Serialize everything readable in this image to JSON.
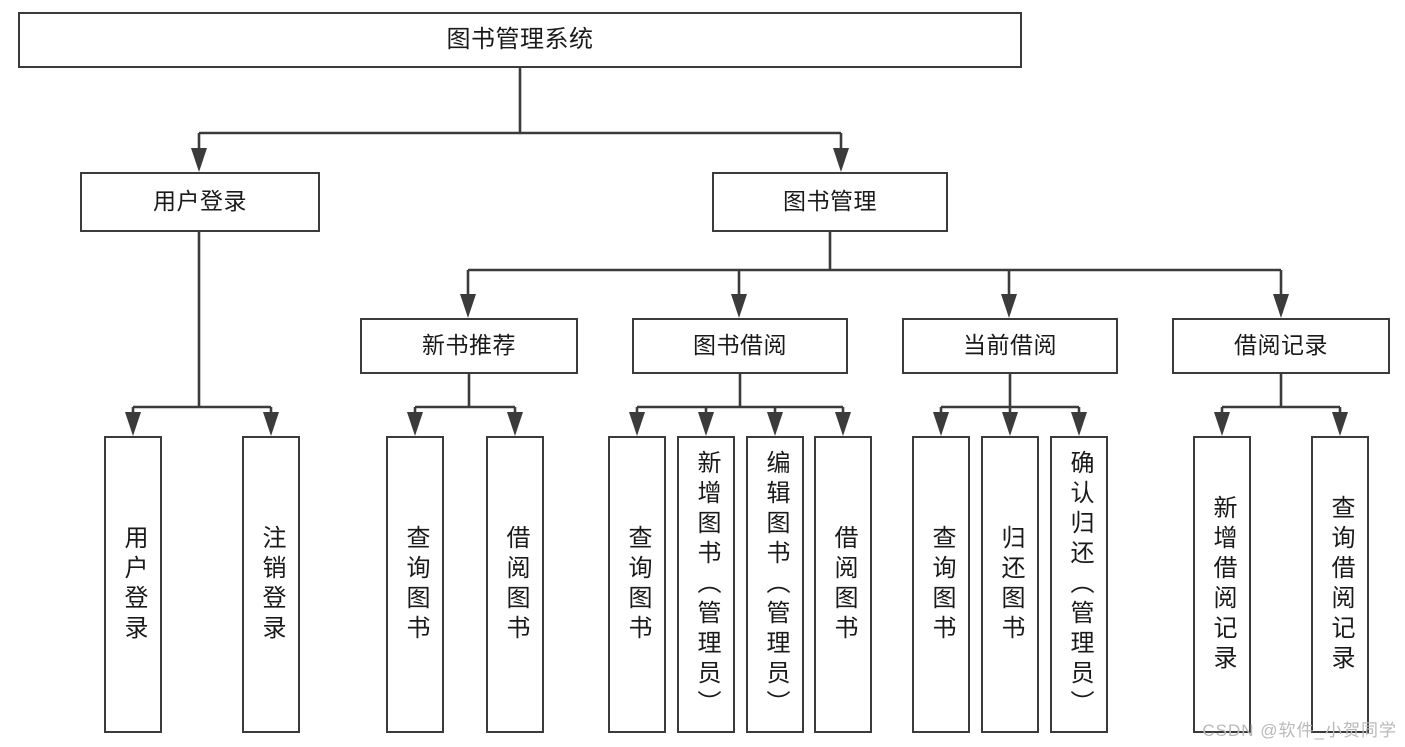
{
  "diagram": {
    "title": "图书管理系统",
    "type": "tree",
    "watermark": "CSDN @软件_小贺同学",
    "colors": {
      "stroke": "#3b3b3b",
      "box_fill": "#ffffff",
      "text": "#1a1a1a",
      "watermark": "#b9b9b9",
      "background": "#ffffff"
    },
    "levels": {
      "root": "图书管理系统",
      "level2": [
        "用户登录",
        "图书管理"
      ],
      "level3": [
        "新书推荐",
        "图书借阅",
        "当前借阅",
        "借阅记录"
      ]
    },
    "nodes": {
      "root": {
        "label": "图书管理系统"
      },
      "user_login": {
        "label": "用户登录"
      },
      "book_manage": {
        "label": "图书管理"
      },
      "new_book_rec": {
        "label": "新书推荐"
      },
      "book_borrow": {
        "label": "图书借阅"
      },
      "current_borrow": {
        "label": "当前借阅"
      },
      "borrow_record": {
        "label": "借阅记录"
      }
    },
    "leaves": {
      "user_login": [
        {
          "label": "用户登录"
        },
        {
          "label": "注销登录"
        }
      ],
      "new_book_rec": [
        {
          "label": "查询图书"
        },
        {
          "label": "借阅图书"
        }
      ],
      "book_borrow": [
        {
          "label": "查询图书"
        },
        {
          "label": "新增图书（管理员）"
        },
        {
          "label": "编辑图书（管理员）"
        },
        {
          "label": "借阅图书"
        }
      ],
      "current_borrow": [
        {
          "label": "查询图书"
        },
        {
          "label": "归还图书"
        },
        {
          "label": "确认归还（管理员）"
        }
      ],
      "borrow_record": [
        {
          "label": "新增借阅记录"
        },
        {
          "label": "查询借阅记录"
        }
      ]
    }
  }
}
